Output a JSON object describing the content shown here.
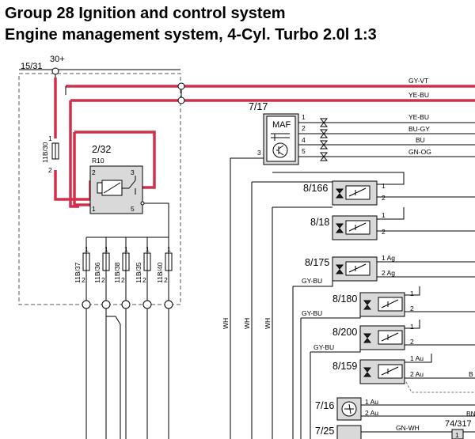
{
  "title": {
    "line1": "Group 28 Ignition and control system",
    "line2": "Engine management system, 4-Cyl. Turbo 2.0l 1:3"
  },
  "colors": {
    "harness_red": "#d22f4c",
    "component_fill": "#d9d9d9",
    "wire": "#000000",
    "dashed": "#555555"
  },
  "supply": {
    "terminal_30": "30+",
    "terminal_15_31": "15/31"
  },
  "fuse_11B30": {
    "id": "11B/30",
    "pin1": "1",
    "pin2": "2"
  },
  "relay": {
    "id": "2/32",
    "ref": "R10",
    "pin1": "1",
    "pin2": "2",
    "pin3": "3",
    "pin5": "5"
  },
  "fuses": [
    {
      "id": "11B/37",
      "pin1": "1",
      "pin2": "2"
    },
    {
      "id": "11B/36",
      "pin1": "1",
      "pin2": "2"
    },
    {
      "id": "11B/38",
      "pin1": "1",
      "pin2": "2"
    },
    {
      "id": "11B/35",
      "pin1": "1",
      "pin2": "2"
    },
    {
      "id": "11B/40",
      "pin1": "1",
      "pin2": "2"
    }
  ],
  "trunk_wires": [
    "GY-VT",
    "YE-BU"
  ],
  "maf": {
    "id": "7/17",
    "label": "MAF",
    "pins": [
      {
        "pin": "1",
        "wire": "YE-BU"
      },
      {
        "pin": "2",
        "wire": "BU-GY"
      },
      {
        "pin": "4",
        "wire": "BU"
      },
      {
        "pin": "5",
        "wire": "GN-OG"
      },
      {
        "pin": "3",
        "wire": ""
      }
    ]
  },
  "vertical_wire_labels": [
    "WH",
    "WH",
    "WH"
  ],
  "injectors": [
    {
      "id": "8/166",
      "pin1": "1",
      "pin2": "2"
    },
    {
      "id": "8/18",
      "pin1": "1",
      "pin2": "2"
    },
    {
      "id": "8/175",
      "pin1": "1 Ag",
      "pin2": "2 Ag",
      "wire": "GY-BU"
    },
    {
      "id": "8/180",
      "pin1": "1",
      "pin2": "2",
      "wire": "GY-BU"
    },
    {
      "id": "8/200",
      "pin1": "1",
      "pin2": "2",
      "wire": "GY-BU"
    },
    {
      "id": "8/159",
      "pin1": "1 Au",
      "pin2": "2 Au",
      "side_label": "B"
    }
  ],
  "sensor_7_16": {
    "id": "7/16",
    "pin1": "1 Au",
    "pin2": "2 Au",
    "edge_label": "BN"
  },
  "sensor_7_25": {
    "id": "7/25",
    "wire": "GN-WH",
    "pin": "1"
  },
  "connector_74_317": {
    "id": "74/317"
  }
}
